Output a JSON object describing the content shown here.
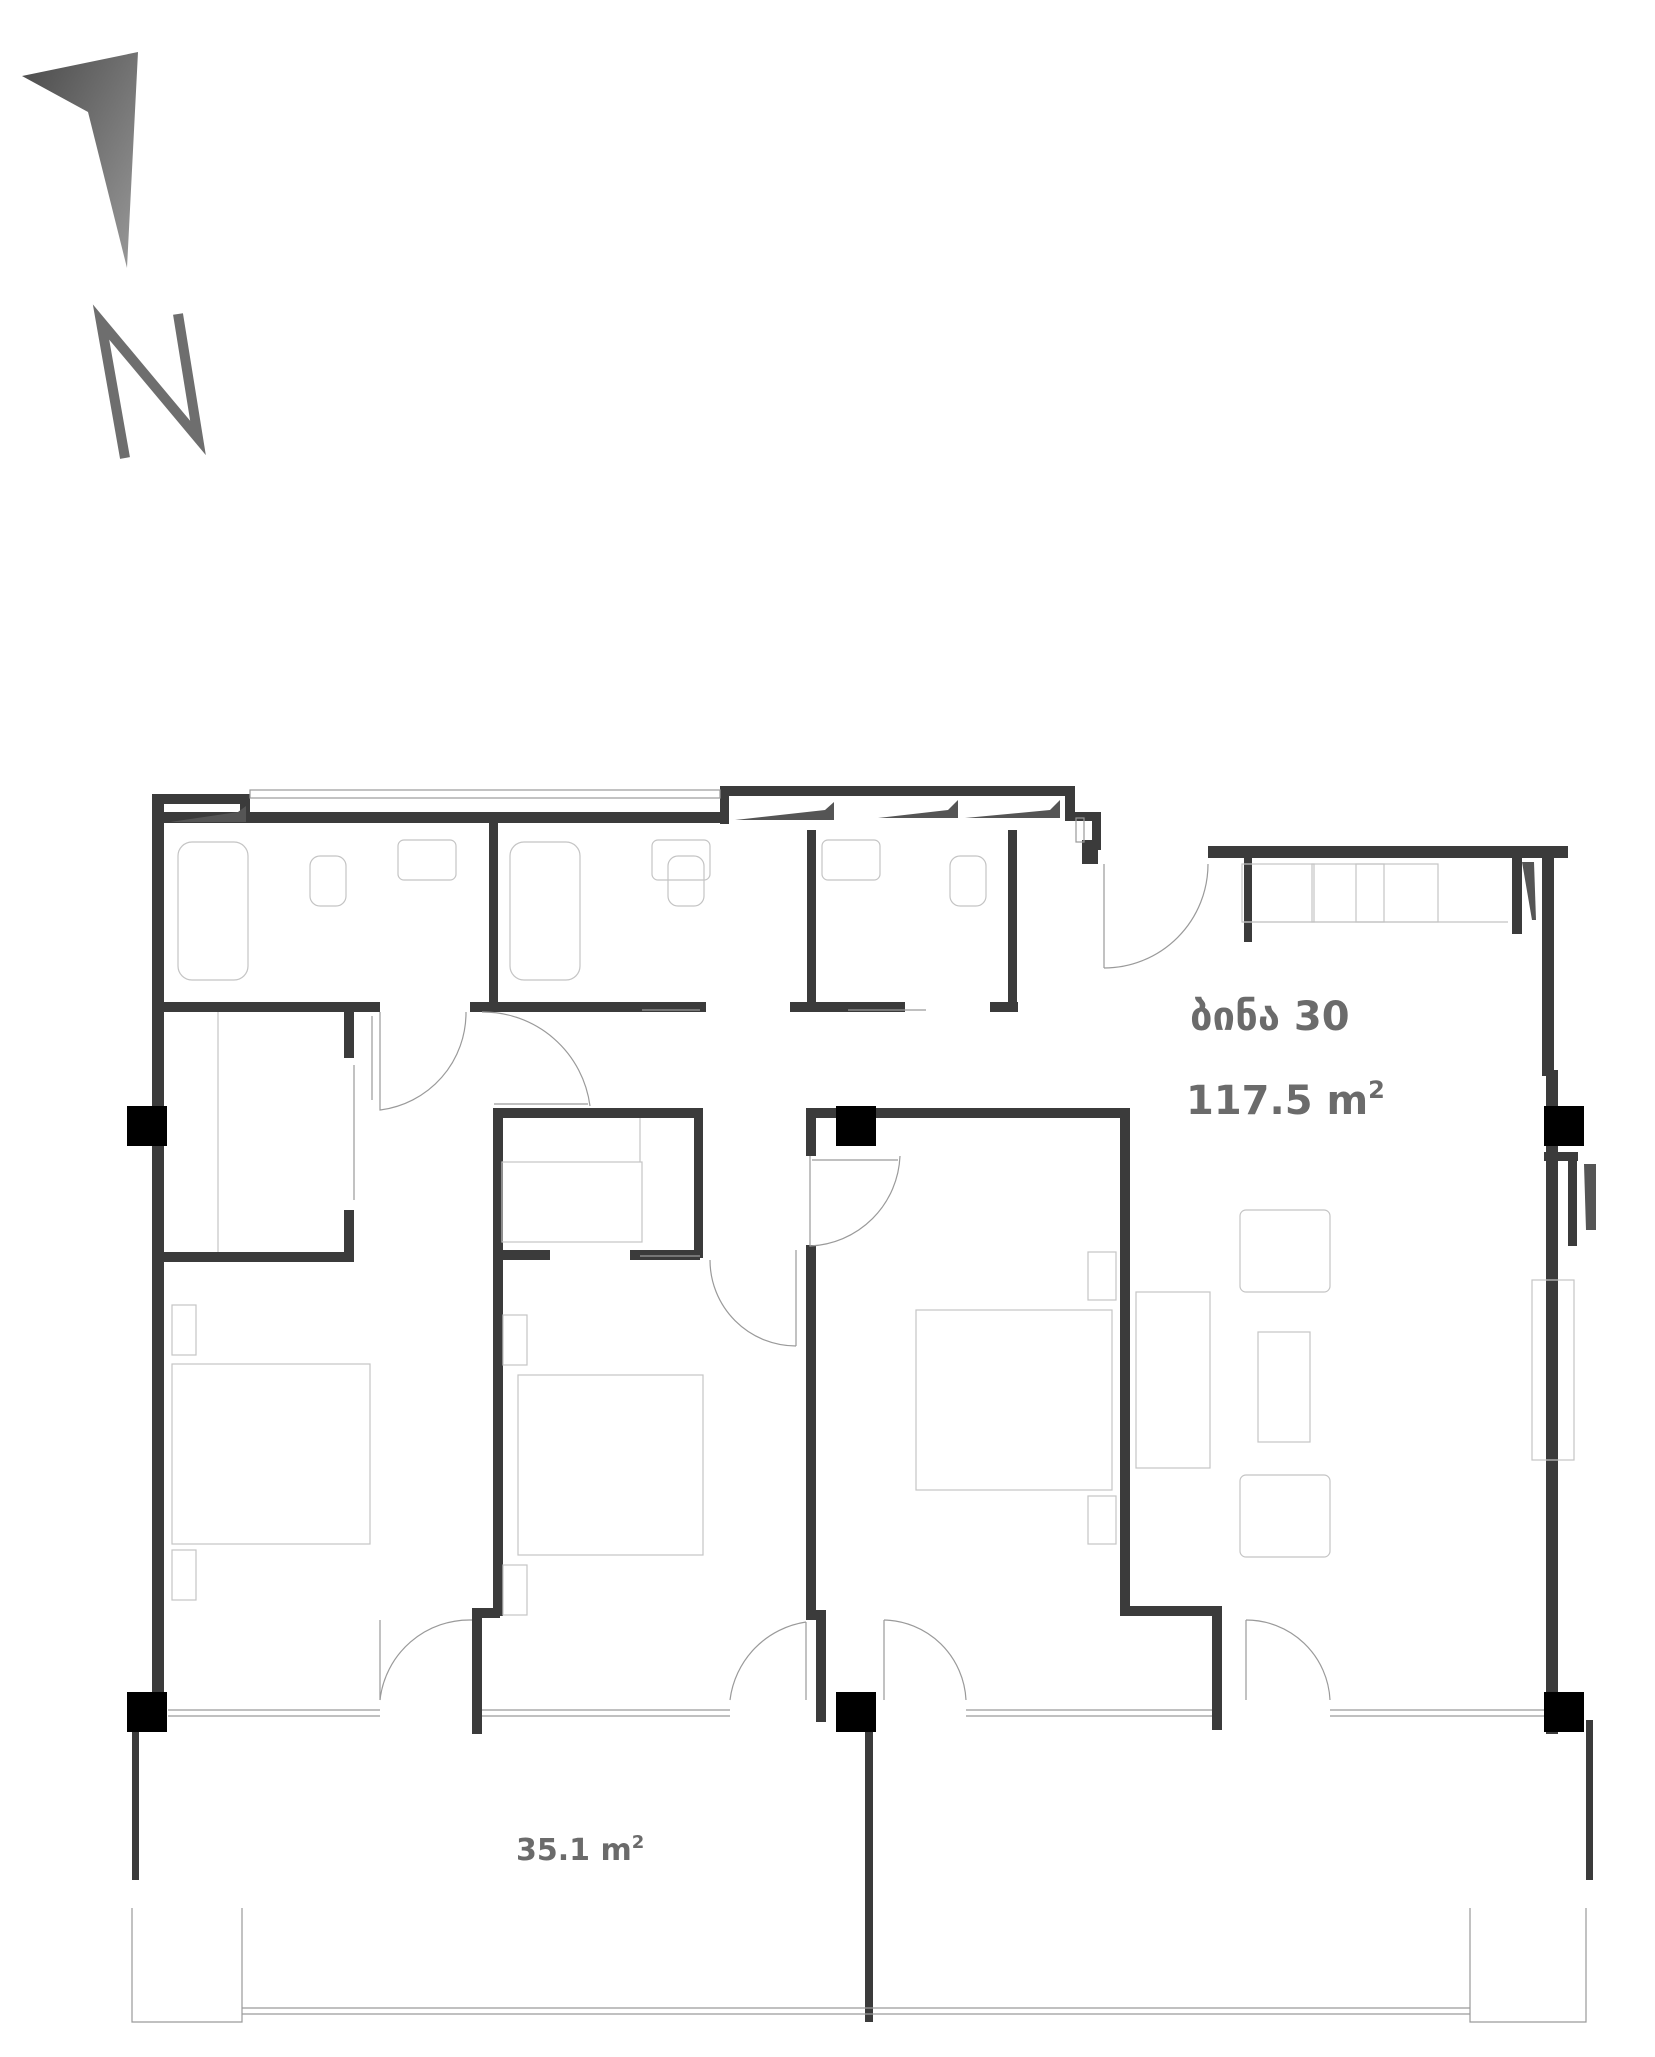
{
  "apartment": {
    "name": "ბინა 30",
    "area_value": "117.5 m",
    "area_sup": "2"
  },
  "balcony": {
    "area_value": "35.1 m",
    "area_sup": "2"
  },
  "compass": {
    "letter": "N",
    "icon": "north-arrow-icon"
  },
  "colors": {
    "wall": "#3b3b3b",
    "column": "#000000",
    "label": "#6b6b6b",
    "compass": "#6e6e6e"
  }
}
